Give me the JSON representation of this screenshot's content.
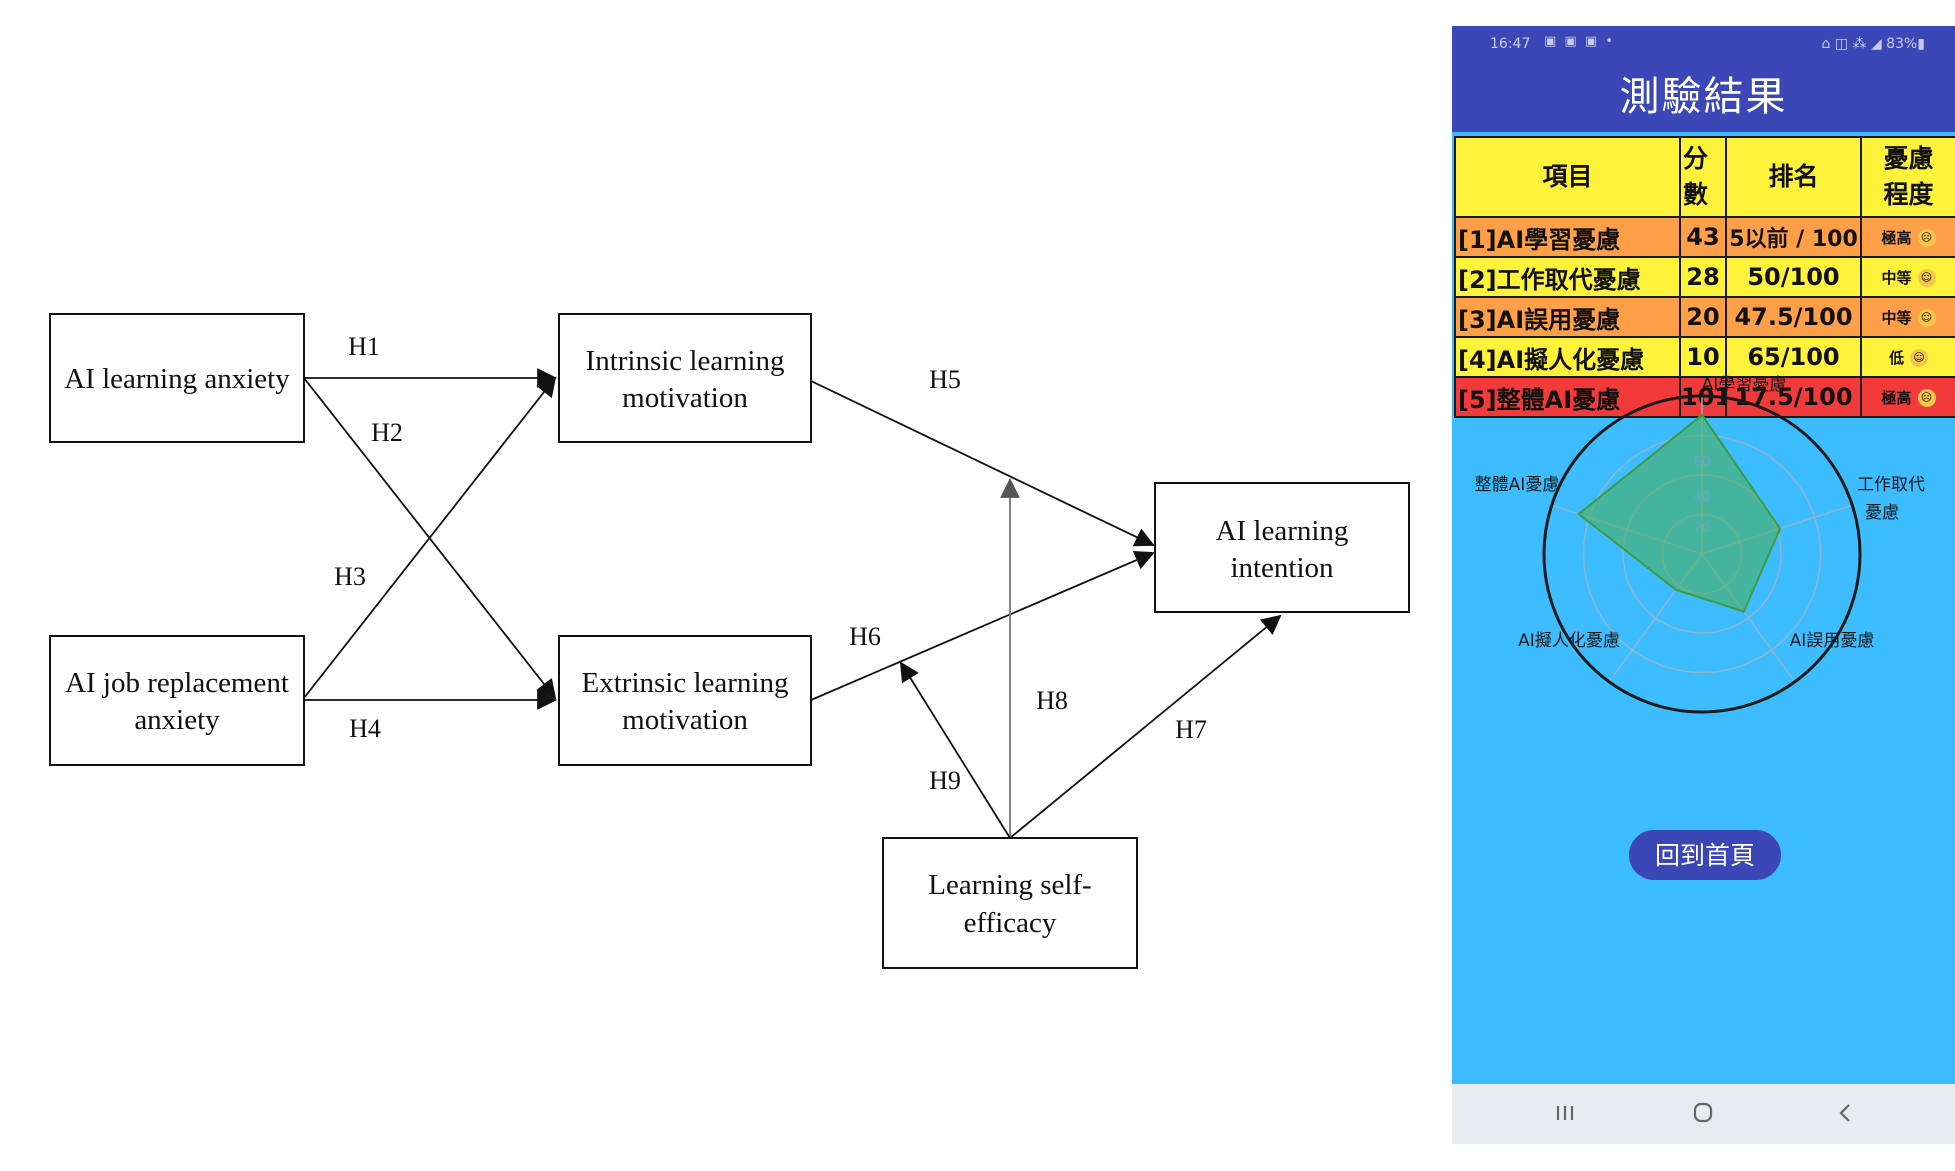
{
  "diagram": {
    "nodes": {
      "ai_learning_anxiety": [
        "AI learning anxiety"
      ],
      "ai_job_replacement_anxiety": [
        "AI job replacement",
        "anxiety"
      ],
      "intrinsic_motivation": [
        "Intrinsic learning",
        "motivation"
      ],
      "extrinsic_motivation": [
        "Extrinsic learning",
        "motivation"
      ],
      "ai_learning_intention": [
        "AI learning",
        "intention"
      ],
      "learning_self_efficacy": [
        "Learning self-",
        "efficacy"
      ]
    },
    "hypotheses": [
      "H1",
      "H2",
      "H3",
      "H4",
      "H5",
      "H6",
      "H7",
      "H8",
      "H9"
    ]
  },
  "phone": {
    "status": {
      "time": "16:47",
      "left_icons": "▣ ▣ ▣ •",
      "right": "⌂ ◫ ⁂ ◢ 83%▮"
    },
    "title": "測驗結果",
    "table": {
      "headers": {
        "item": "項目",
        "score_1": "分",
        "score_2": "數",
        "rank": "排名",
        "level_1": "憂慮",
        "level_2": "程度"
      },
      "rows": [
        {
          "item": "[1]AI學習憂慮",
          "score": "43",
          "rank": "5以前 / 100",
          "level": "極高",
          "face": "☹"
        },
        {
          "item": "[2]工作取代憂慮",
          "score": "28",
          "rank": "50/100",
          "level": "中等",
          "face": "☺"
        },
        {
          "item": "[3]AI誤用憂慮",
          "score": "20",
          "rank": "47.5/100",
          "level": "中等",
          "face": "☺"
        },
        {
          "item": "[4]AI擬人化憂慮",
          "score": "10",
          "rank": "65/100",
          "level": "低",
          "face": "☺"
        },
        {
          "item": "[5]整體AI憂慮",
          "score": "101",
          "rank": "17.5/100",
          "level": "極高",
          "face": "☹"
        }
      ],
      "row_colors": [
        "#ff9f48",
        "#fff23b",
        "#ff9f48",
        "#fff23b",
        "#f23a3a"
      ]
    },
    "radar": {
      "axes": [
        "AI學習憂慮",
        "工作取代",
        "憂慮",
        "AI誤用憂慮",
        "AI擬人化憂慮",
        "整體AI憂慮"
      ],
      "ring_labels": [
        "20",
        "40",
        "60"
      ],
      "values": [
        0.88,
        0.52,
        0.45,
        0.28,
        0.82
      ],
      "fill_color": "#4caf50"
    },
    "home_button": "回到首頁",
    "nav": {
      "recent": "|||",
      "home": "○",
      "back": "<"
    }
  }
}
